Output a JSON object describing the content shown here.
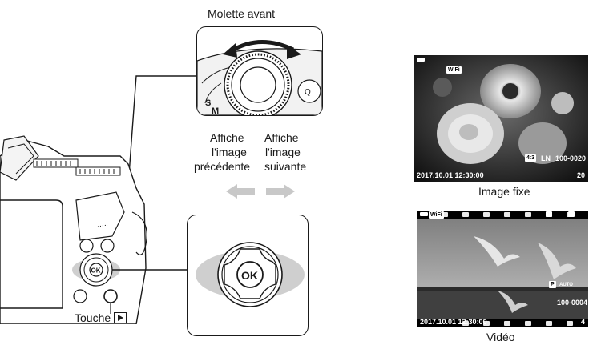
{
  "dial_title": "Molette avant",
  "prev_label_line1": "Affiche",
  "prev_label_line2": "l'image",
  "prev_label_line3": "précédente",
  "next_label_line1": "Affiche",
  "next_label_line2": "l'image",
  "next_label_line3": "suivante",
  "button_caption": "Touche",
  "ok_label": "OK",
  "still": {
    "caption": "Image fixe",
    "wifi": "WiFi",
    "aspect": "4:3",
    "quality": "LN",
    "file_number": "100-0020",
    "datetime": "2017.10.01 12:30:00",
    "frame": "20"
  },
  "video": {
    "caption": "Vidéo",
    "wifi": "WiFi",
    "mode": "P",
    "wb": "AUTO",
    "file_number": "100-0004",
    "datetime": "2017.10.01 12:30:00",
    "frame": "4"
  },
  "colors": {
    "ink": "#1a1a1a",
    "arrow_gray": "#c8c8c8",
    "pad_gray": "#cfcfcf"
  }
}
